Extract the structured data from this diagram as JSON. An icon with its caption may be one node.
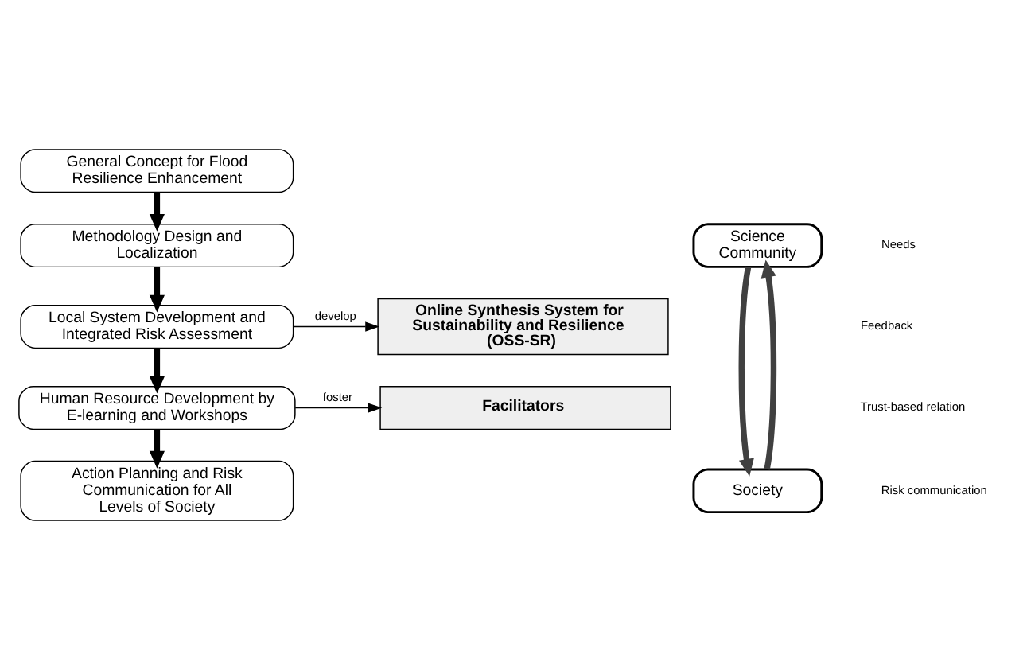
{
  "diagram": {
    "nodes": [
      {
        "text": [
          "General Concept for Flood Resilience Enhancement"
        ]
      },
      {
        "text": [
          "Methodology Design and Localization"
        ]
      },
      {
        "text": [
          "Local System Development and Integrated Risk Assessment"
        ]
      },
      {
        "text": [
          "Human Resource Development by E-learning and Workshops"
        ]
      },
      {
        "text": [
          "Action Planning and Risk Communication for All Levels of Society"
        ]
      },
      {
        "text": [
          "Science Community"
        ]
      },
      {
        "text": [
          "Online Synthesis System for Sustainability and Resilience (OSS-SR)"
        ]
      },
      {
        "text": [
          "Facilitators"
        ]
      },
      {
        "text": [
          "Society"
        ]
      }
    ],
    "edges": [
      {
        "from": 0,
        "to": 1,
        "arrow": "to"
      },
      {
        "from": 1,
        "to": 2,
        "arrow": "to"
      },
      {
        "from": 2,
        "to": 3,
        "arrow": "to"
      },
      {
        "from": 3,
        "to": 4,
        "arrow": "to"
      },
      {
        "from": 2,
        "to": 6,
        "arrow": "to",
        "label": "develop"
      },
      {
        "from": 3,
        "to": 7,
        "arrow": "to",
        "label": "foster"
      },
      {
        "from": 5,
        "to": 8,
        "arrow": "to",
        "color": "#404040"
      },
      {
        "from": 8,
        "to": 5,
        "arrow": "to",
        "color": "#404040"
      }
    ],
    "labels": [
      "Needs",
      "Feedback",
      "Trust-based relation",
      "Risk communication"
    ]
  }
}
